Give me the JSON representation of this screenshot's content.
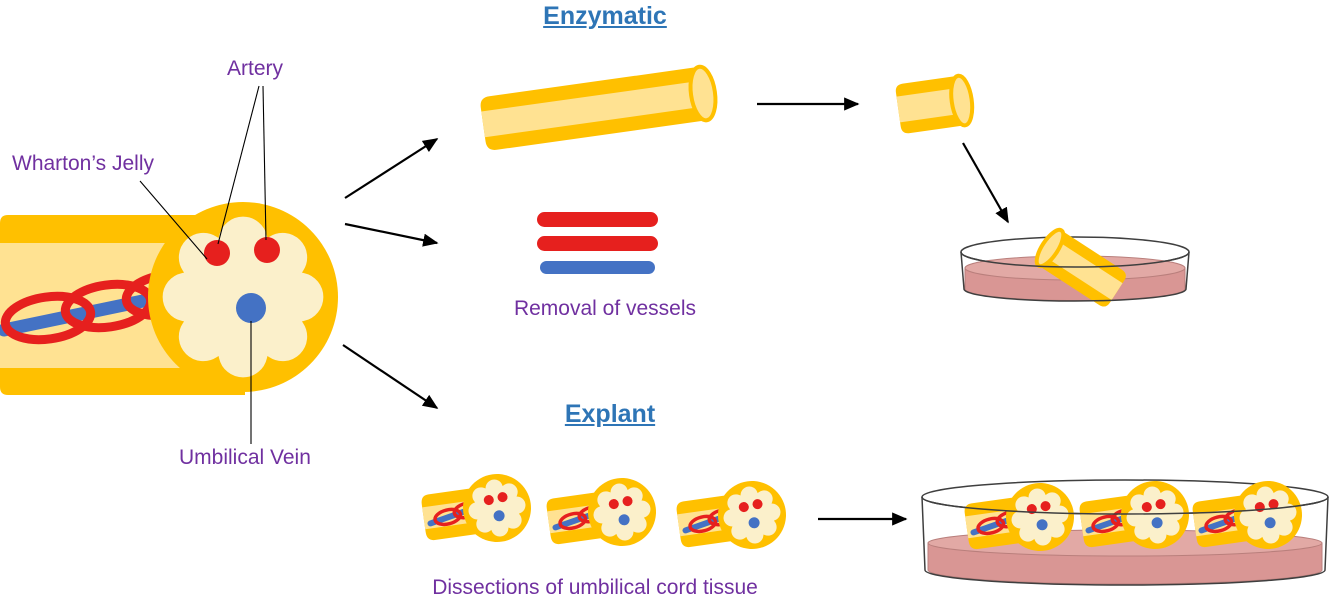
{
  "colors": {
    "cord_outer": "#FFC000",
    "cord_inner": "#FFE292",
    "cord_face": "#FBF0CB",
    "artery_red": "#E6201E",
    "vein_blue": "#4472C4",
    "label_purple": "#7030A0",
    "heading_blue": "#2E75B6",
    "dish_media": "#D99694",
    "media_light": "#E2A9A5",
    "media_stroke": "#B97F7C",
    "dish_stroke": "#3F3F3F",
    "line_black": "#000000"
  },
  "labels": {
    "artery": "Artery",
    "whartons_jelly": "Wharton’s Jelly",
    "umbilical_vein": "Umbilical Vein"
  },
  "enzymatic": {
    "title": "Enzymatic",
    "removal_caption": "Removal of vessels"
  },
  "explant": {
    "title": "Explant",
    "caption": "Dissections of umbilical cord tissue"
  }
}
